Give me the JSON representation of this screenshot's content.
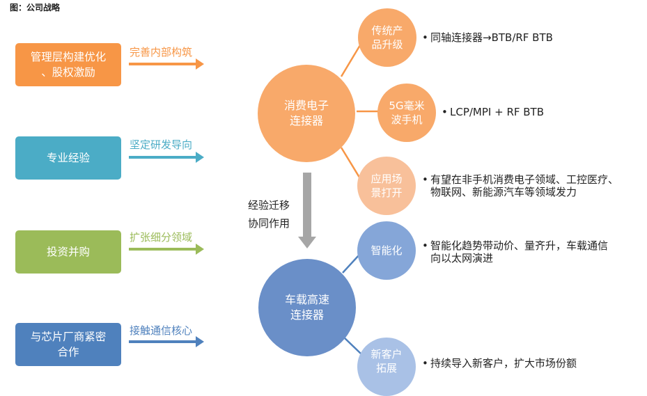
{
  "title": "图：公司战略",
  "left_boxes": [
    {
      "lines": [
        "管理层构建优化",
        "、股权激励"
      ],
      "arrow_label": "完善内部构筑",
      "color": "#F79646"
    },
    {
      "lines": [
        "专业经验"
      ],
      "arrow_label": "坚定研发导向",
      "color": "#4BACC6"
    },
    {
      "lines": [
        "投资并购"
      ],
      "arrow_label": "扩张细分领域",
      "color": "#9BBB59"
    },
    {
      "lines": [
        "与芯片厂商紧密",
        "合作"
      ],
      "arrow_label": "接触通信核心",
      "color": "#4F81BD"
    }
  ],
  "middle_label": [
    "经验迁移",
    "协同作用"
  ],
  "consumer": {
    "hub": [
      "消费电子",
      "连接器"
    ],
    "color": "#F8A96A",
    "items": [
      {
        "circle": [
          "传统产",
          "品升级"
        ],
        "bullet": [
          "同轴连接器→BTB/RF BTB"
        ]
      },
      {
        "circle": [
          "5G毫米",
          "波手机"
        ],
        "bullet": [
          "LCP/MPI + RF BTB"
        ]
      },
      {
        "circle": [
          "应用场",
          "景打开"
        ],
        "bullet": [
          "有望在非手机消费电子领域、工控医疗、",
          "物联网、新能源汽车等领域发力"
        ]
      }
    ]
  },
  "auto": {
    "hub": [
      "车载高速",
      "连接器"
    ],
    "color": "#6A8FC8",
    "items": [
      {
        "circle": [
          "智能化"
        ],
        "bullet": [
          "智能化趋势带动价、量齐升，车载通信",
          "向以太网演进"
        ]
      },
      {
        "circle": [
          "新客户",
          "拓展"
        ],
        "bullet": [
          "持续导入新客户，扩大市场份额"
        ]
      }
    ]
  },
  "bullet_symbol": "•"
}
